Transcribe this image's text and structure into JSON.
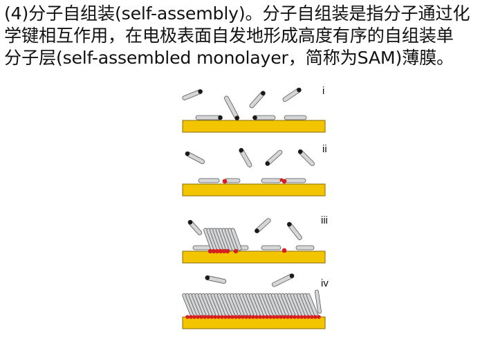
{
  "text": {
    "line1": "(4)分子自组装(self-assembly)。分子自组装是指分子通过化",
    "line2": "学键相互作用，在电极表面自发地形成高度有序的自组装单",
    "line3": "分子层(self-assembled monolayer，简称为SAM)薄膜。"
  },
  "figure": {
    "panels": [
      {
        "label": "i"
      },
      {
        "label": "ii"
      },
      {
        "label": "iii"
      },
      {
        "label": "iv"
      }
    ]
  },
  "colors": {
    "substrate": "#f3c400",
    "substrate_edge": "#8a6b00",
    "molecule_body": "#d4d6d8",
    "molecule_edge": "#555555",
    "head_group": "#1a1a1a",
    "bond": "#d62020"
  }
}
